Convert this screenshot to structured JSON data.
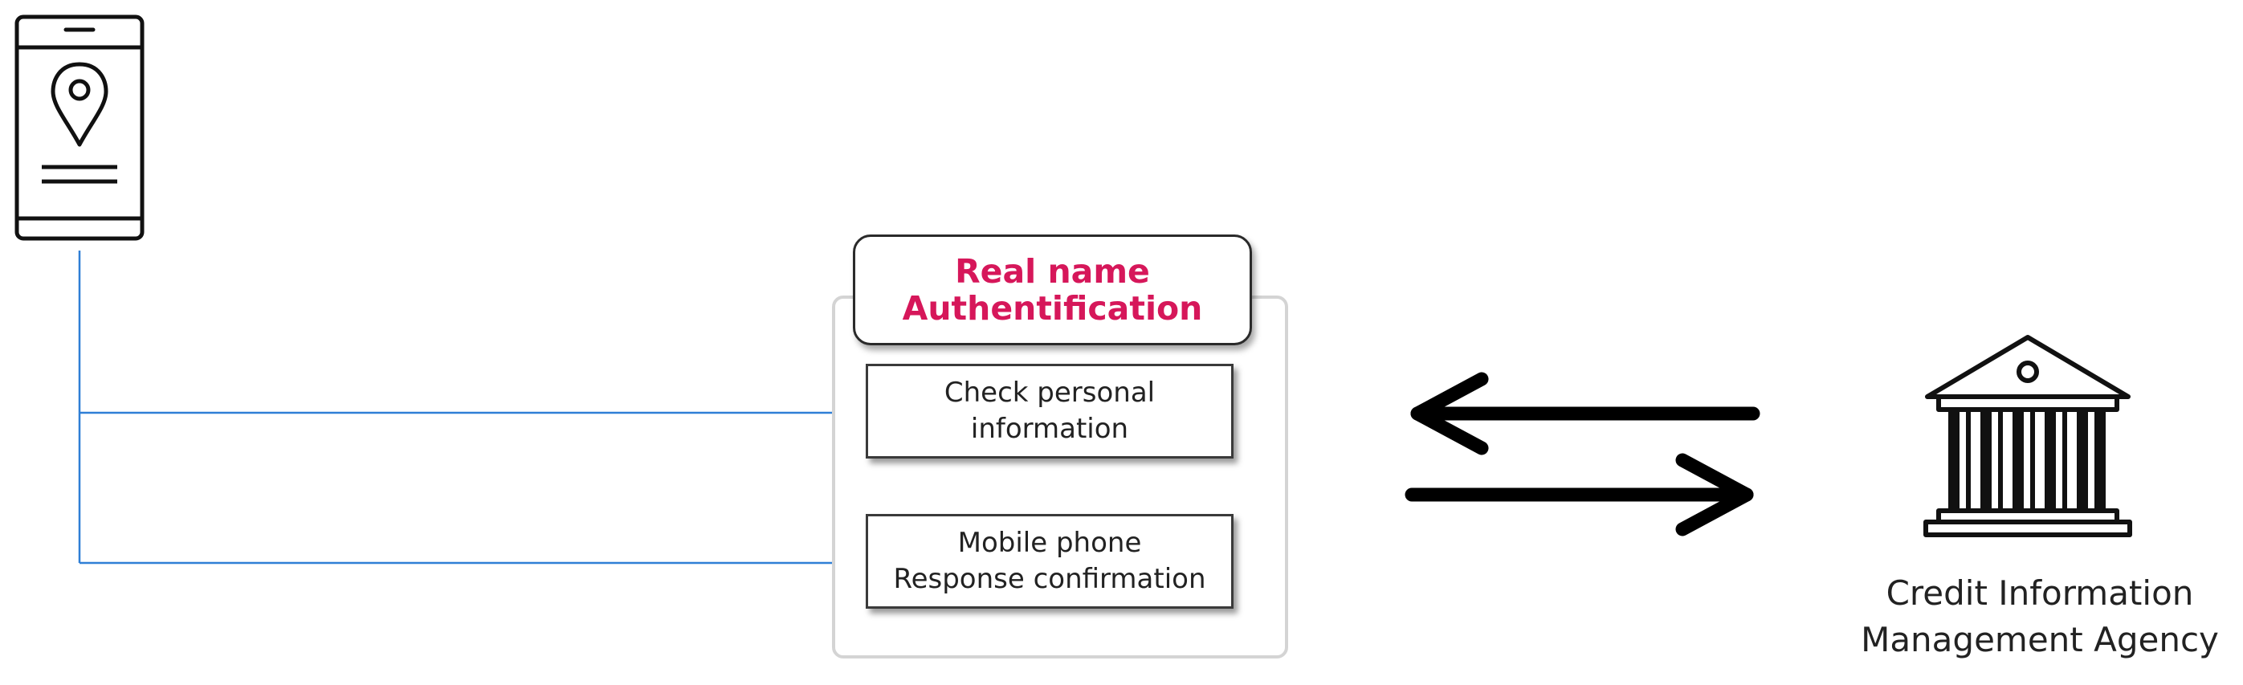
{
  "auth_group": {
    "title": "Real name\nAuthentification",
    "steps": [
      {
        "label": "Check personal\ninformation"
      },
      {
        "label": "Mobile phone\nResponse confirmation"
      }
    ]
  },
  "agency": {
    "label": "Credit Information\nManagement Agency"
  },
  "icons": [
    "mobile-location-icon",
    "bank-building-icon",
    "exchange-arrows-icon"
  ],
  "colors": {
    "title_accent": "#d6175a",
    "connector_line": "#2f7fd6",
    "box_border": "#3a3a3a",
    "group_border": "#d4d4d4"
  }
}
